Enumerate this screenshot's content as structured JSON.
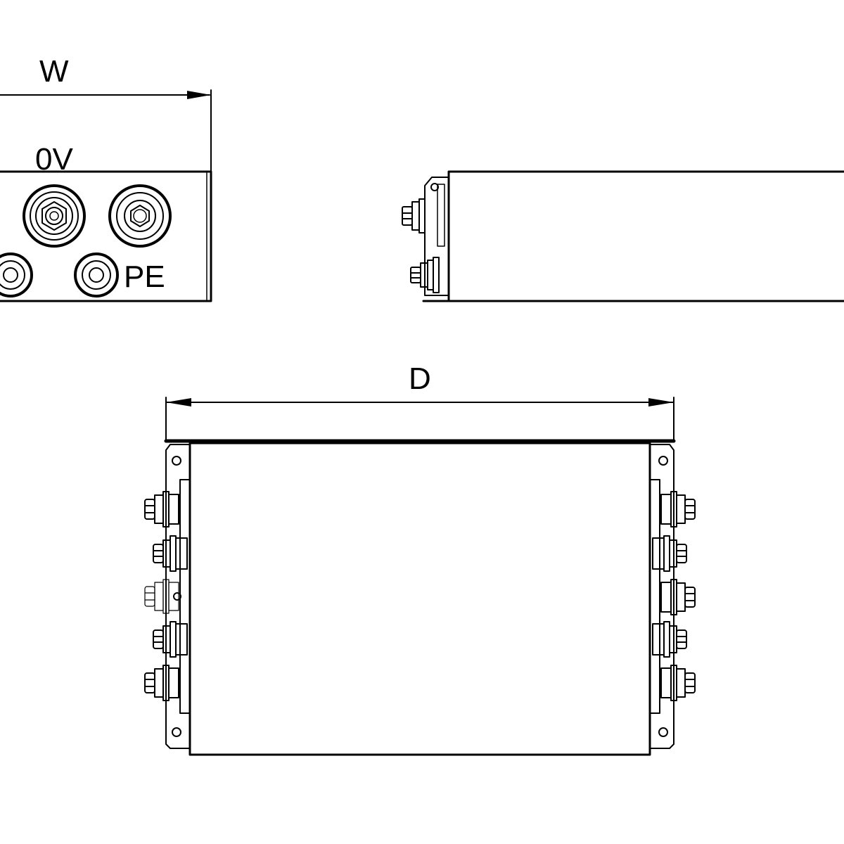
{
  "labels": {
    "width_dimension": "W",
    "terminal_0v": "0V",
    "terminal_pe": "PE",
    "depth_dimension": "D"
  },
  "colors": {
    "line": "#000000",
    "background": "#ffffff"
  }
}
